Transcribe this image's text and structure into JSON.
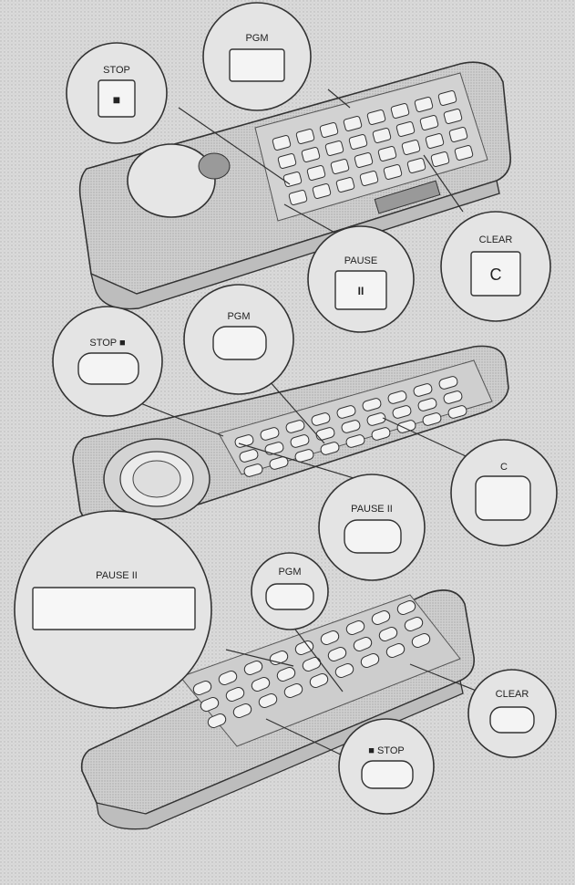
{
  "colors": {
    "background": "#d9d9d9",
    "remote_body": "#c8c8c8",
    "button": "#f2f2f2",
    "line": "#333333",
    "callout_fill": "#e4e4e4"
  },
  "remote_1": {
    "callouts": {
      "pgm": {
        "label": "PGM",
        "button_text": ""
      },
      "stop": {
        "label": "STOP",
        "button_text": "■"
      },
      "pause": {
        "label": "PAUSE",
        "button_text": "II"
      },
      "clear": {
        "label": "CLEAR",
        "button_text": "C"
      }
    }
  },
  "remote_2": {
    "callouts": {
      "stop": {
        "label": "STOP ■"
      },
      "pgm": {
        "label": "PGM"
      },
      "c": {
        "label": "C"
      },
      "pause": {
        "label": "PAUSE II"
      }
    }
  },
  "remote_3": {
    "callouts": {
      "pause": {
        "label": "PAUSE II"
      },
      "pgm": {
        "label": "PGM"
      },
      "clear": {
        "label": "CLEAR"
      },
      "stop": {
        "label": "■ STOP"
      }
    }
  }
}
